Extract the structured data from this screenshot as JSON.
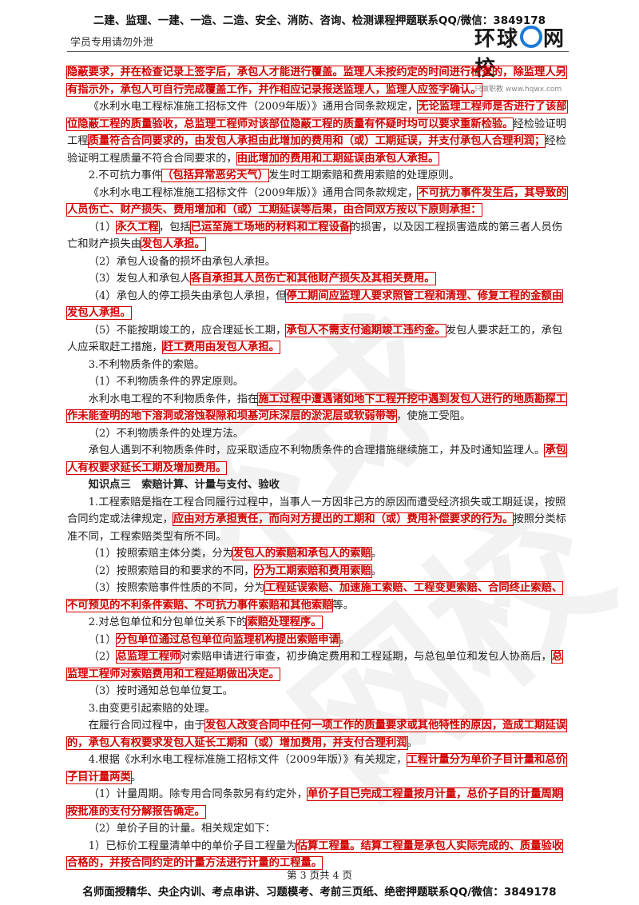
{
  "header": {
    "top_banner": "二建、监理、一建、一造、二造、安全、消防、咨询、检测课程押题联系QQ/微信：3849178",
    "left_note": "学员专用请勿外泄",
    "logo_text_a": "环球",
    "logo_text_b": "网校",
    "logo_tagline": "只做职教 www.hqwx.com"
  },
  "watermark": "环球网校",
  "body": [
    {
      "segs": [
        {
          "t": "隐蔽要求，并在检查记录上签字后，承包人才能进行覆盖。监理人未按约定的时间进行检查的，除监理人另有指示外，承包人可自行完成覆盖工作，并作相应记录报送监理人，监理人应签字确认。",
          "h": true
        }
      ]
    },
    {
      "ind": true,
      "segs": [
        {
          "t": "《水利水电工程标准施工招标文件（2009年版）》通用合同条款规定，"
        },
        {
          "t": "无论监理工程师是否进行了该部位隐蔽工程的质量验收，总监理工程师对该部位隐蔽工程的质量有怀疑时均可以要求重新检验。",
          "h": true
        },
        {
          "t": "经检验证明工程"
        },
        {
          "t": "质量符合合同要求的，由发包人承担由此增加的费用和（或）工期延误，并支付承包人合理利润；",
          "h": true
        },
        {
          "t": "经检验证明工程质量不符合合同要求的，"
        },
        {
          "t": "由此增加的费用和工期延误由承包人承担。",
          "h": true
        }
      ]
    },
    {
      "ind": true,
      "segs": [
        {
          "t": "2.不可抗力事件"
        },
        {
          "t": "（包括异常恶劣天气）",
          "h": true
        },
        {
          "t": "发生时工期索赔和费用索赔的处理原则。"
        }
      ]
    },
    {
      "ind": true,
      "segs": [
        {
          "t": "《水利水电工程标准施工招标文件（2009年版）》通用合同条款规定，"
        },
        {
          "t": "不可抗力事件发生后，其导致的人员伤亡、财产损失、费用增加和（或）工期延误等后果，由合同双方按以下原则承担：",
          "h": true
        }
      ]
    },
    {
      "ind": true,
      "segs": [
        {
          "t": "（1）"
        },
        {
          "t": "永久工程",
          "h": true
        },
        {
          "t": "，包括"
        },
        {
          "t": "已运至施工场地的材料和工程设备",
          "h": true
        },
        {
          "t": "的损害，以及因工程损害造成的第三者人员伤亡和财产损失由"
        },
        {
          "t": "发包人承担。",
          "h": true
        }
      ]
    },
    {
      "ind": true,
      "segs": [
        {
          "t": "（2）承包人设备的损坏由承包人承担。"
        }
      ]
    },
    {
      "ind": true,
      "segs": [
        {
          "t": "（3）发包人和承包人"
        },
        {
          "t": "各自承担其人员伤亡和其他财产损失及其相关费用。",
          "h": true
        }
      ]
    },
    {
      "ind": true,
      "segs": [
        {
          "t": "（4）承包人的停工损失由承包人承担，但"
        },
        {
          "t": "停工期间应监理人要求照管工程和清理、修复工程的金额由发包人承担。",
          "h": true
        }
      ]
    },
    {
      "ind": true,
      "segs": [
        {
          "t": "（5）不能按期竣工的，应合理延长工期，"
        },
        {
          "t": "承包人不需支付逾期竣工违约金。",
          "h": true
        },
        {
          "t": "发包人要求赶工的，承包人应采取赶工措施，"
        },
        {
          "t": "赶工费用由发包人承担。",
          "h": true
        }
      ]
    },
    {
      "ind": true,
      "segs": [
        {
          "t": "3.不利物质条件的索赔。"
        }
      ]
    },
    {
      "ind": true,
      "segs": [
        {
          "t": "（1）不利物质条件的界定原则。"
        }
      ]
    },
    {
      "ind": true,
      "segs": [
        {
          "t": "水利水电工程的不利物质条件，指在"
        },
        {
          "t": "施工过程中遭遇诸如地下工程开挖中遇到发包人进行的地质勘探工作未能查明的地下溶洞或溶蚀裂隙和坝基河床深层的淤泥层或软弱带等",
          "h": true
        },
        {
          "t": "，使施工受阻。"
        }
      ]
    },
    {
      "ind": true,
      "segs": [
        {
          "t": "（2）不利物质条件的处理方法。"
        }
      ]
    },
    {
      "ind": true,
      "segs": [
        {
          "t": "承包人遇到不利物质条件时，应采取适应不利物质条件的合理措施继续施工，并及时通知监理人。"
        },
        {
          "t": "承包人有权要求延长工期及增加费用。",
          "h": true
        }
      ]
    },
    {
      "ind": true,
      "kp": true,
      "segs": [
        {
          "t": "知识点三　索赔计算、计量与支付、验收"
        }
      ]
    },
    {
      "ind": true,
      "segs": [
        {
          "t": "1.工程索赔是指在工程合同履行过程中，当事人一方因非己方的原因而遭受经济损失或工期延误，按照合同约定或法律规定，"
        },
        {
          "t": "应由对方承担责任，而向对方提出的工期和（或）费用补偿要求的行为。",
          "h": true
        },
        {
          "t": "按照分类标准不同，工程索赔类型有所不同。"
        }
      ]
    },
    {
      "ind": true,
      "segs": [
        {
          "t": "（1）按照索赔主体分类，分为"
        },
        {
          "t": "发包人的索赔和承包人的索赔",
          "h": true
        },
        {
          "t": "。"
        }
      ]
    },
    {
      "ind": true,
      "segs": [
        {
          "t": "（2）按照索赔目的和要求的不同，"
        },
        {
          "t": "分为工期索赔和费用索赔",
          "h": true
        },
        {
          "t": "。"
        }
      ]
    },
    {
      "ind": true,
      "segs": [
        {
          "t": "（3）按照索赔事件性质的不同，分为"
        },
        {
          "t": "工程延误索赔、加速施工索赔、工程变更索赔、合同终止索赔、不可预见的不利条件索赔、不可抗力事件索赔和其他索赔",
          "h": true
        },
        {
          "t": "等。"
        }
      ]
    },
    {
      "ind": true,
      "segs": [
        {
          "t": "2.对总包单位和分包单位关系下的"
        },
        {
          "t": "索赔处理程序。",
          "h": true
        }
      ]
    },
    {
      "ind": true,
      "segs": [
        {
          "t": "（1）"
        },
        {
          "t": "分包单位通过总包单位向监理机构提出索赔申请",
          "h": true
        },
        {
          "t": "。"
        }
      ]
    },
    {
      "ind": true,
      "segs": [
        {
          "t": "（2）"
        },
        {
          "t": "总监理工程师",
          "h": true
        },
        {
          "t": "对索赔申请进行审查，初步确定费用和工程延期，与总包单位和发包人协商后，"
        },
        {
          "t": "总监理工程师对索赔费用和工程延期做出决定。",
          "h": true
        }
      ]
    },
    {
      "ind": true,
      "segs": [
        {
          "t": "（3）按时通知总包单位复工。"
        }
      ]
    },
    {
      "ind": true,
      "segs": [
        {
          "t": "3.由变更引起索赔的处理。"
        }
      ]
    },
    {
      "ind": true,
      "segs": [
        {
          "t": "在履行合同过程中，由于"
        },
        {
          "t": "发包人改变合同中任何一项工作的质量要求或其他特性的原因，造成工期延误的，承包人有权要求发包人延长工期和（或）增加费用，并支付合理利润",
          "h": true
        },
        {
          "t": "。"
        }
      ]
    },
    {
      "ind": true,
      "segs": [
        {
          "t": "4.根据《水利水电工程标准施工招标文件（2009年版）》有关规定，"
        },
        {
          "t": "工程计量分为单价子目计量和总价子目计量两类",
          "h": true
        },
        {
          "t": "。"
        }
      ]
    },
    {
      "ind": true,
      "segs": [
        {
          "t": "（1）计量周期。除专用合同条款另有约定外，"
        },
        {
          "t": "单价子目已完成工程量按月计量，总价子目的计量周期按批准的支付分解报告确定。",
          "h": true
        }
      ]
    },
    {
      "ind": true,
      "segs": [
        {
          "t": "（2）单价子目的计量。相关规定如下："
        }
      ]
    },
    {
      "ind": true,
      "segs": [
        {
          "t": "1）已标价工程量清单中的单价子目工程量为"
        },
        {
          "t": "估算工程量。结算工程量是承包人实际完成的、质量验收合格的，并按合同约定的计量方法进行计量的工程量。",
          "h": true
        }
      ]
    }
  ],
  "footer": {
    "page_number": "第 3 页共 4 页",
    "bottom_banner": "名师面授精华、央企内训、考点串讲、习题模考、考前三页纸、绝密押题联系QQ/微信：3849178"
  }
}
